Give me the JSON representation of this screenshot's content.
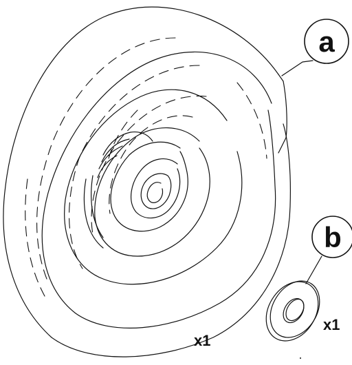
{
  "parts": [
    {
      "label": "a",
      "quantity": "x1",
      "icon": "spiral-spring-icon"
    },
    {
      "label": "b",
      "quantity": "x1",
      "icon": "washer-icon"
    }
  ]
}
